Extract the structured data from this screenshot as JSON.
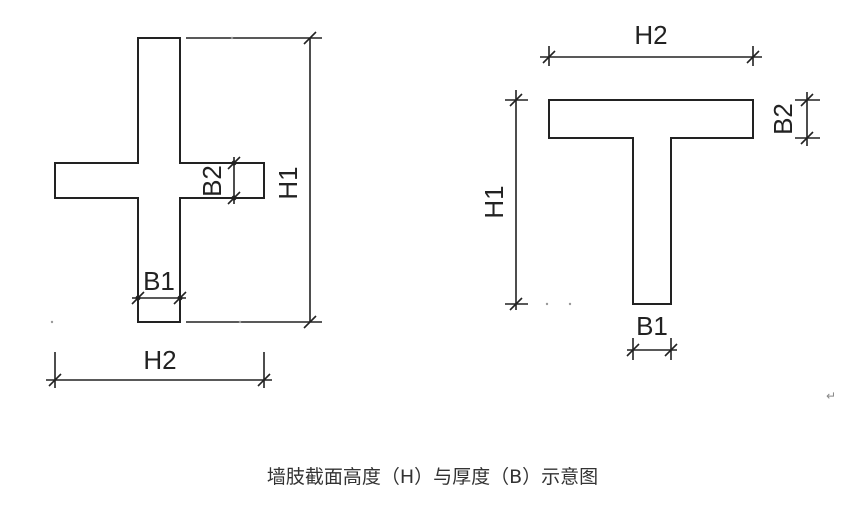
{
  "cross_section": {
    "labels": {
      "b1": "B1",
      "b2": "B2",
      "h1": "H1",
      "h2": "H2"
    }
  },
  "t_section": {
    "labels": {
      "b1": "B1",
      "b2": "B2",
      "h1": "H1",
      "h2": "H2"
    }
  },
  "caption": "墙肢截面高度（H）与厚度（B）示意图",
  "paragraph_mark": "↵"
}
